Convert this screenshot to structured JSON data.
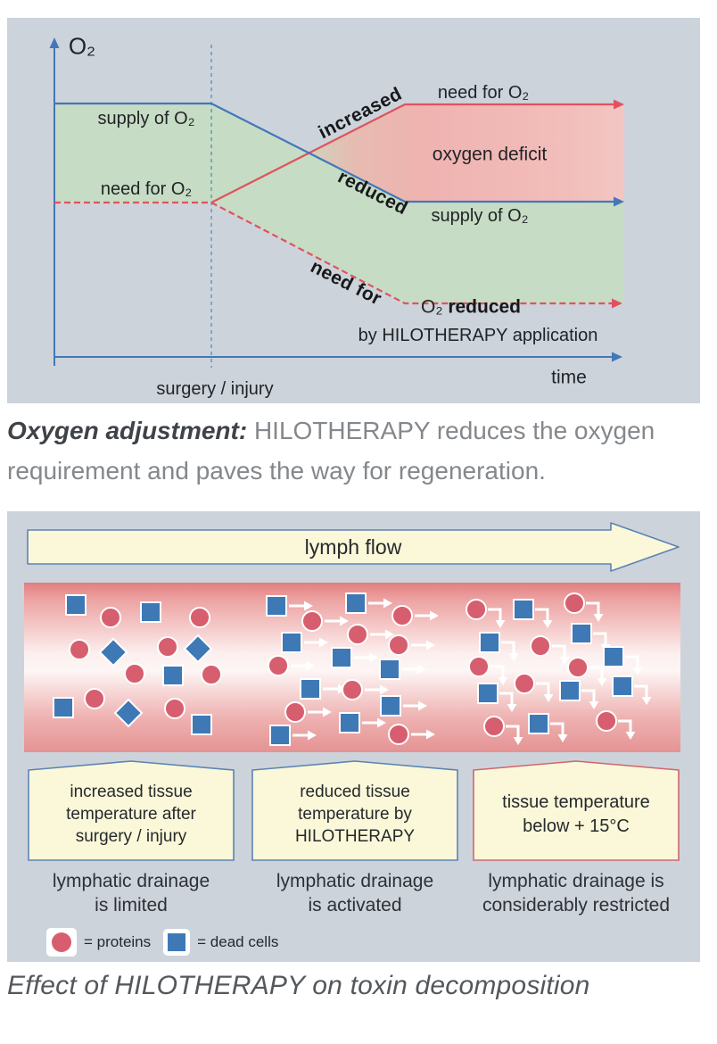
{
  "panel1": {
    "y_axis_label": "O₂",
    "x_axis_label": "time",
    "supply_label": "supply of O₂",
    "need_label": "need for O₂",
    "increased_word": "increased",
    "increased_rest": "need for O₂",
    "deficit_label": "oxygen deficit",
    "reduced_word": "reduced",
    "reduced_rest": "supply of O₂",
    "needfor_word": "need for",
    "o2_word": "O₂ ",
    "o2_bold_word": "reduced",
    "by_line": "by HILOTHERAPY application",
    "surgery_label": "surgery / injury"
  },
  "caption1": {
    "lead": "Oxygen adjustment:",
    "line1_rest": " HILOTHERAPY reduces the oxygen",
    "line2": "requirement and paves the way for regeneration."
  },
  "panel2": {
    "lymph_label": "lymph flow",
    "boxes": [
      {
        "lines": [
          "increased tissue",
          "temperature after",
          "surgery / injury"
        ],
        "border": "#5c83b4",
        "caption": [
          "lymphatic drainage",
          "is limited"
        ]
      },
      {
        "lines": [
          "reduced tissue",
          "temperature by",
          "HILOTHERAPY"
        ],
        "border": "#5c83b4",
        "caption": [
          "lymphatic drainage",
          "is activated"
        ]
      },
      {
        "lines": [
          "tissue temperature",
          "below + 15°C",
          ""
        ],
        "border": "#d0666f",
        "caption": [
          "lymphatic drainage is",
          "considerably restricted"
        ]
      }
    ],
    "legend": [
      {
        "shape": "protein-circle",
        "label": "= proteins"
      },
      {
        "shape": "dead-cell-square",
        "label": "= dead cells"
      }
    ],
    "band_shapes": [
      {
        "name": "increased-temperature-zone",
        "shapes": [
          [
            "s",
            58,
            25,
            "n"
          ],
          [
            "c",
            97,
            39,
            "n"
          ],
          [
            "s",
            142,
            33,
            "n"
          ],
          [
            "c",
            197,
            39,
            "n"
          ],
          [
            "c",
            62,
            75,
            "n"
          ],
          [
            "d",
            100,
            78,
            "n"
          ],
          [
            "c",
            161,
            72,
            "n"
          ],
          [
            "d",
            195,
            74,
            "n"
          ],
          [
            "c",
            124,
            102,
            "n"
          ],
          [
            "s",
            167,
            104,
            "n"
          ],
          [
            "c",
            210,
            103,
            "n"
          ],
          [
            "c",
            79,
            130,
            "n"
          ],
          [
            "s",
            44,
            140,
            "n"
          ],
          [
            "d",
            117,
            146,
            "n"
          ],
          [
            "c",
            169,
            141,
            "n"
          ],
          [
            "s",
            199,
            159,
            "n"
          ]
        ]
      },
      {
        "name": "hilotherapy-zone",
        "shapes": [
          [
            "s",
            283,
            26,
            "r"
          ],
          [
            "c",
            323,
            43,
            "r"
          ],
          [
            "s",
            372,
            23,
            "r"
          ],
          [
            "c",
            424,
            37,
            "r"
          ],
          [
            "s",
            300,
            67,
            "r"
          ],
          [
            "c",
            374,
            58,
            "r"
          ],
          [
            "c",
            420,
            70,
            "r"
          ],
          [
            "c",
            285,
            93,
            "r"
          ],
          [
            "s",
            356,
            84,
            "r"
          ],
          [
            "s",
            410,
            97,
            "r"
          ],
          [
            "s",
            321,
            119,
            "r"
          ],
          [
            "c",
            368,
            120,
            "r"
          ],
          [
            "s",
            411,
            138,
            "r"
          ],
          [
            "c",
            304,
            145,
            "r"
          ],
          [
            "s",
            365,
            157,
            "r"
          ],
          [
            "c",
            420,
            170,
            "r"
          ],
          [
            "s",
            287,
            171,
            "r"
          ]
        ]
      },
      {
        "name": "below-15-zone",
        "shapes": [
          [
            "c",
            507,
            30,
            "d"
          ],
          [
            "s",
            560,
            30,
            "d"
          ],
          [
            "c",
            617,
            23,
            "d"
          ],
          [
            "s",
            522,
            67,
            "d"
          ],
          [
            "c",
            579,
            71,
            "d"
          ],
          [
            "s",
            625,
            57,
            "d"
          ],
          [
            "s",
            661,
            83,
            "d"
          ],
          [
            "c",
            510,
            94,
            "d"
          ],
          [
            "c",
            621,
            95,
            "d"
          ],
          [
            "c",
            561,
            113,
            "d"
          ],
          [
            "s",
            520,
            124,
            "d"
          ],
          [
            "s",
            612,
            121,
            "d"
          ],
          [
            "s",
            671,
            116,
            "d"
          ],
          [
            "c",
            527,
            161,
            "d"
          ],
          [
            "s",
            577,
            158,
            "d"
          ],
          [
            "c",
            653,
            155,
            "d"
          ]
        ]
      }
    ]
  },
  "caption2": "Effect of HILOTHERAPY on toxin decomposition",
  "colors": {
    "panel_bg": "#cdd3db",
    "blue_line": "#4377b9",
    "red_line": "#e0525f",
    "green_fill": "#c6dcc4",
    "pink_fill": "#efb4b1",
    "banner_fill": "#fbf8d9",
    "banner_border": "#5c83b4",
    "red_box_border": "#d0666f",
    "protein": "#d75e6e",
    "dead_cell": "#3e79b6"
  }
}
